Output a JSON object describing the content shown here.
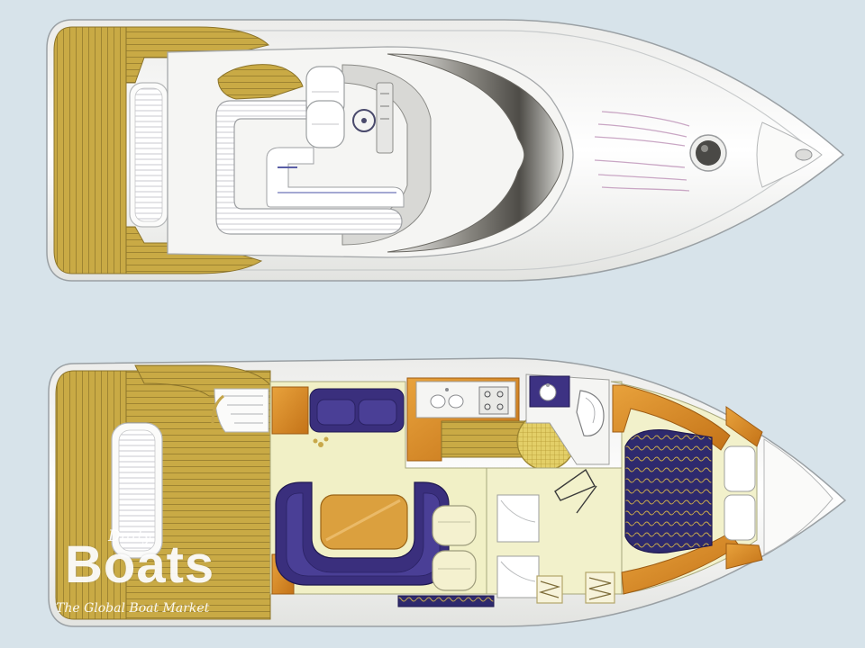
{
  "image": {
    "type": "boat-deck-plan",
    "views": [
      "flybridge-top-view",
      "lower-deck-layout-view"
    ],
    "background_color": "#d7e3ea",
    "colors": {
      "teak": "#c8a83e",
      "hull_white": "#f7f8f6",
      "upholstery_blue": "#3a2f7d",
      "cabin_floor": "#f0efc4",
      "wood_trim": "#d88a2a",
      "windscreen_dark": "#6a6862"
    }
  },
  "watermark": {
    "prefix": "Daily",
    "brand": "Boats",
    "tagline": "The Global Boat Market"
  }
}
